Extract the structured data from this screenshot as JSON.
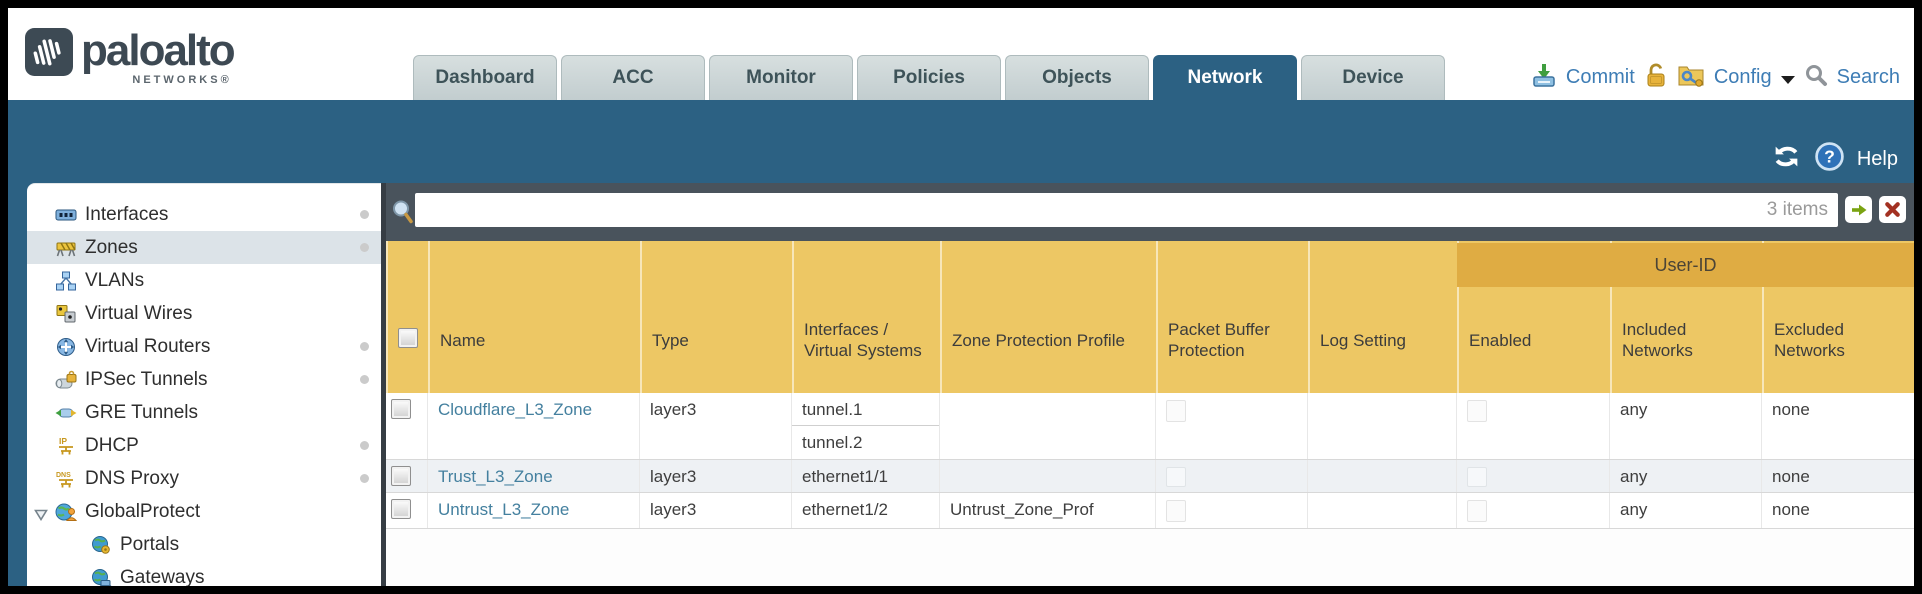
{
  "header": {
    "logo": {
      "brand": "paloalto",
      "sub": "NETWORKS®"
    },
    "tabs": [
      {
        "label": "Dashboard",
        "active": false
      },
      {
        "label": "ACC",
        "active": false
      },
      {
        "label": "Monitor",
        "active": false
      },
      {
        "label": "Policies",
        "active": false
      },
      {
        "label": "Objects",
        "active": false
      },
      {
        "label": "Network",
        "active": true
      },
      {
        "label": "Device",
        "active": false
      }
    ],
    "actions": {
      "commit": "Commit",
      "config": "Config",
      "search": "Search"
    }
  },
  "banner": {
    "help": "Help"
  },
  "sidebar": {
    "items": [
      {
        "label": "Interfaces",
        "icon": "interfaces-icon",
        "dot": true,
        "selected": false
      },
      {
        "label": "Zones",
        "icon": "zones-icon",
        "dot": true,
        "selected": true
      },
      {
        "label": "VLANs",
        "icon": "vlans-icon",
        "dot": false,
        "selected": false
      },
      {
        "label": "Virtual Wires",
        "icon": "virtual-wires-icon",
        "dot": false,
        "selected": false
      },
      {
        "label": "Virtual Routers",
        "icon": "virtual-routers-icon",
        "dot": true,
        "selected": false
      },
      {
        "label": "IPSec Tunnels",
        "icon": "ipsec-tunnels-icon",
        "dot": true,
        "selected": false
      },
      {
        "label": "GRE Tunnels",
        "icon": "gre-tunnels-icon",
        "dot": false,
        "selected": false
      },
      {
        "label": "DHCP",
        "icon": "dhcp-icon",
        "dot": true,
        "selected": false
      },
      {
        "label": "DNS Proxy",
        "icon": "dns-proxy-icon",
        "dot": true,
        "selected": false
      },
      {
        "label": "GlobalProtect",
        "icon": "globalprotect-icon",
        "dot": false,
        "selected": false,
        "expanded": true
      },
      {
        "label": "Portals",
        "icon": "portals-icon",
        "dot": false,
        "selected": false,
        "child": true
      },
      {
        "label": "Gateways",
        "icon": "gateways-icon",
        "dot": false,
        "selected": false,
        "child": true
      }
    ]
  },
  "filter": {
    "value": "",
    "items_count": "3 items"
  },
  "table": {
    "group_header": "User-ID",
    "columns": [
      "Name",
      "Type",
      "Interfaces / Virtual Systems",
      "Zone Protection Profile",
      "Packet Buffer Protection",
      "Log Setting",
      "Enabled",
      "Included Networks",
      "Excluded Networks"
    ],
    "rows": [
      {
        "name": "Cloudflare_L3_Zone",
        "type": "layer3",
        "interfaces": [
          "tunnel.1",
          "tunnel.2"
        ],
        "zone_protection_profile": "",
        "log_setting": "",
        "included_networks": "any",
        "excluded_networks": "none"
      },
      {
        "name": "Trust_L3_Zone",
        "type": "layer3",
        "interfaces": [
          "ethernet1/1"
        ],
        "zone_protection_profile": "",
        "log_setting": "",
        "included_networks": "any",
        "excluded_networks": "none"
      },
      {
        "name": "Untrust_L3_Zone",
        "type": "layer3",
        "interfaces": [
          "ethernet1/2"
        ],
        "zone_protection_profile": "Untrust_Zone_Prof",
        "log_setting": "",
        "included_networks": "any",
        "excluded_networks": "none"
      }
    ]
  },
  "colors": {
    "teal_band": "#2c6183",
    "header_gold": "#edc764",
    "userid_band_gold": "#dfac43",
    "filter_bar_slate": "#49535c",
    "link_blue": "#44809f",
    "action_link_blue": "#3e7db5"
  }
}
